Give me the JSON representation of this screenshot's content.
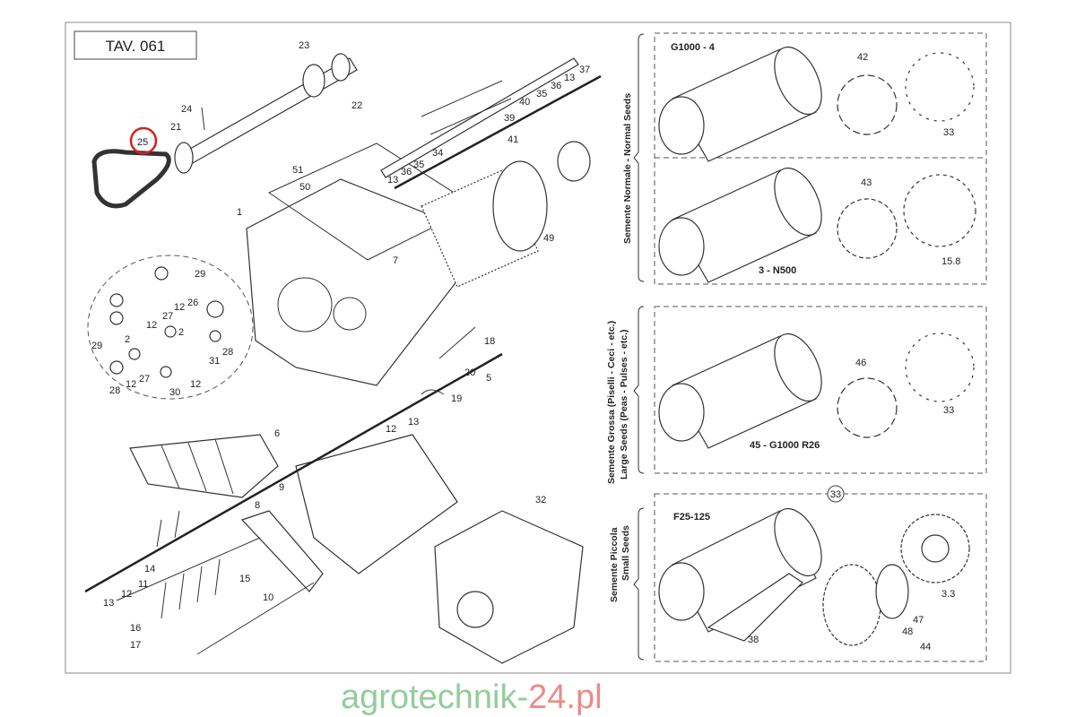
{
  "title": "TAV. 061",
  "watermark": {
    "part1": "agrotechnik-",
    "part2": "24.pl",
    "color1": "#3aa64a",
    "color2": "#d9302a"
  },
  "highlight_color": "#d81e1e",
  "left_labels": [
    "23",
    "22",
    "24",
    "21",
    "25",
    "51",
    "50",
    "1",
    "37",
    "13",
    "36",
    "35",
    "40",
    "39",
    "41",
    "34",
    "35",
    "36",
    "13",
    "49",
    "7",
    "29",
    "26",
    "12",
    "27",
    "12",
    "2",
    "28",
    "31",
    "29",
    "2",
    "27",
    "12",
    "28",
    "30",
    "12",
    "18",
    "20",
    "5",
    "19",
    "6",
    "13",
    "12",
    "32",
    "8",
    "9",
    "14",
    "11",
    "12",
    "13",
    "15",
    "16",
    "17",
    "10"
  ],
  "sections": {
    "normal": {
      "title_it": "Semente Normale - Normal Seeds",
      "roller1": "G1000 - 4",
      "part1": "42",
      "dim1": "33",
      "roller2": "3 - N500",
      "part2": "43",
      "dim2": "15.8"
    },
    "large": {
      "title_it": "Semente Grossa (Piselli - Ceci - etc.)",
      "title_en": "Large Seeds (Peas - Pulses - etc.)",
      "roller": "45 - G1000 R26",
      "part": "46",
      "dim": "33"
    },
    "small": {
      "title_it": "Semente Piccola",
      "title_en": "Small Seeds",
      "ref": "33",
      "roller": "F25-125",
      "plate": "38",
      "part47": "47",
      "part48": "48",
      "group": "44",
      "dim": "3.3"
    }
  }
}
